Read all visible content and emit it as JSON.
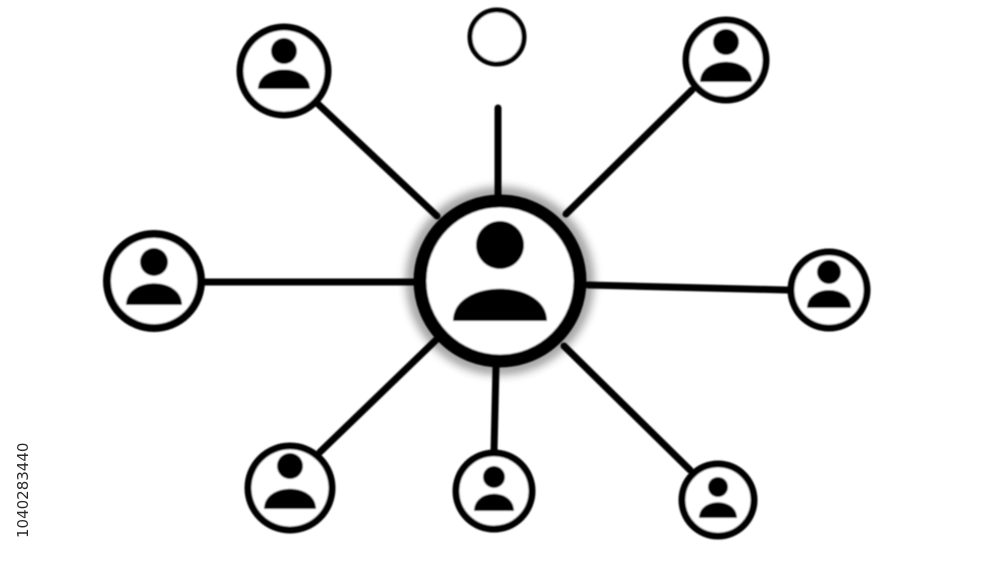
{
  "diagram": {
    "colors": {
      "stroke": "#000000",
      "icon_fill": "#000000",
      "node_fill": "#ffffff",
      "background": "#ffffff"
    },
    "center_node": {
      "icon": "person-icon",
      "type": "user"
    },
    "top_node": {
      "icon": "empty-circle",
      "type": "placeholder"
    },
    "outer_nodes": [
      {
        "id": "top-left",
        "icon": "person-icon"
      },
      {
        "id": "top-right",
        "icon": "person-icon"
      },
      {
        "id": "left",
        "icon": "person-icon"
      },
      {
        "id": "right",
        "icon": "person-icon"
      },
      {
        "id": "bottom-left",
        "icon": "person-icon"
      },
      {
        "id": "bottom-center",
        "icon": "person-icon"
      },
      {
        "id": "bottom-right",
        "icon": "person-icon"
      }
    ]
  },
  "watermark": {
    "stock_id": "1040283440"
  }
}
